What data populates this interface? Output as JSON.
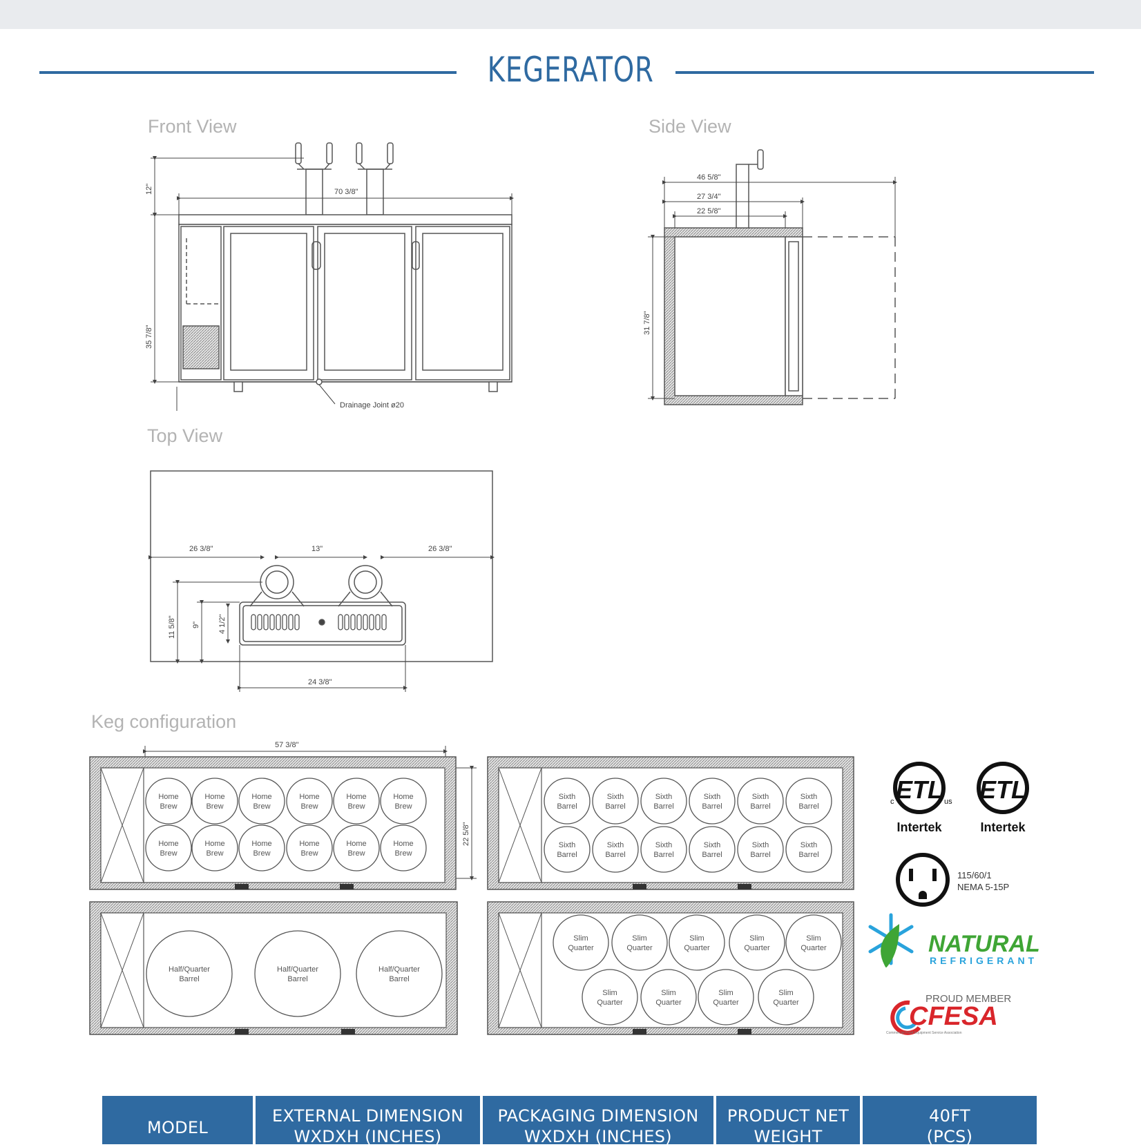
{
  "document": {
    "title": "KEGERATOR"
  },
  "sections": {
    "front_view": "Front View",
    "side_view": "Side View",
    "top_view": "Top View",
    "keg_configuration": "Keg configuration"
  },
  "front_view": {
    "overall_width": "70 3/8\"",
    "tower_height": "12\"",
    "body_height": "35 7/8\"",
    "drain_label": "Drainage Joint  ø20"
  },
  "side_view": {
    "depth_with_door_open": "46 5/8\"",
    "depth_overall": "27 3/4\"",
    "depth_body": "22 5/8\"",
    "height": "31 7/8\""
  },
  "top_view": {
    "left_offset": "26 3/8\"",
    "tap_spacing": "13\"",
    "right_offset": "26 3/8\"",
    "depth_total": "11 5/8\"",
    "depth_mid": "9\"",
    "depth_tray": "4 1/2\"",
    "tray_width": "24 3/8\""
  },
  "keg_config": {
    "width": "57 3/8\"",
    "depth": "22 5/8\"",
    "home_brew": "Home Brew",
    "sixth_barrel": "Sixth Barrel",
    "half_quarter": "Half/Quarter Barrel",
    "slim_quarter": "Slim Quarter"
  },
  "certifications": {
    "etl_1": "Intertek",
    "etl_2": "Intertek",
    "etl_mark": "ETL",
    "etl_c": "c",
    "etl_us": "us",
    "power_line1": "115/60/1",
    "power_line2": "NEMA 5-15P",
    "natural_line1": "NATURAL",
    "natural_line2": "REFRIGERANT",
    "cfesa_top": "PROUD MEMBER",
    "cfesa_main": "CFESA",
    "cfesa_sub": "Commercial Food Equipment Service Association"
  },
  "spec_table": {
    "headers": [
      {
        "line1": "MODEL",
        "line2": ""
      },
      {
        "line1": "EXTERNAL DIMENSION",
        "line2": "WXDXH (INCHES)"
      },
      {
        "line1": "PACKAGING DIMENSION",
        "line2": "WXDXH (INCHES)"
      },
      {
        "line1": "PRODUCT NET",
        "line2": "WEIGHT"
      },
      {
        "line1": "40FT",
        "line2": "(PCS)"
      }
    ]
  },
  "colors": {
    "accent": "#2f6aa1",
    "label_gray": "#b3b3b3",
    "drawing_line": "#555555",
    "etl_green": "#1a1a1a",
    "natural_green": "#3fa535",
    "natural_blue": "#29a3dc",
    "cfesa_red": "#d9262b"
  }
}
